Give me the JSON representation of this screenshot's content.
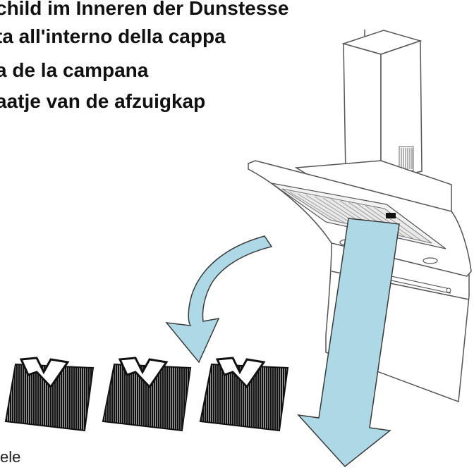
{
  "headline": {
    "line1": "child im Inneren der Dunstesse",
    "line2": "ta all'interno della cappa",
    "line3": "a de la campana",
    "line4": "aatje van de afzuigkap"
  },
  "footer_text": "ele",
  "colors": {
    "arrow_fill": "#add8e6",
    "arrow_stroke": "#3a3a3a",
    "filter_fill": "#111111",
    "hood_stroke": "#555555"
  }
}
